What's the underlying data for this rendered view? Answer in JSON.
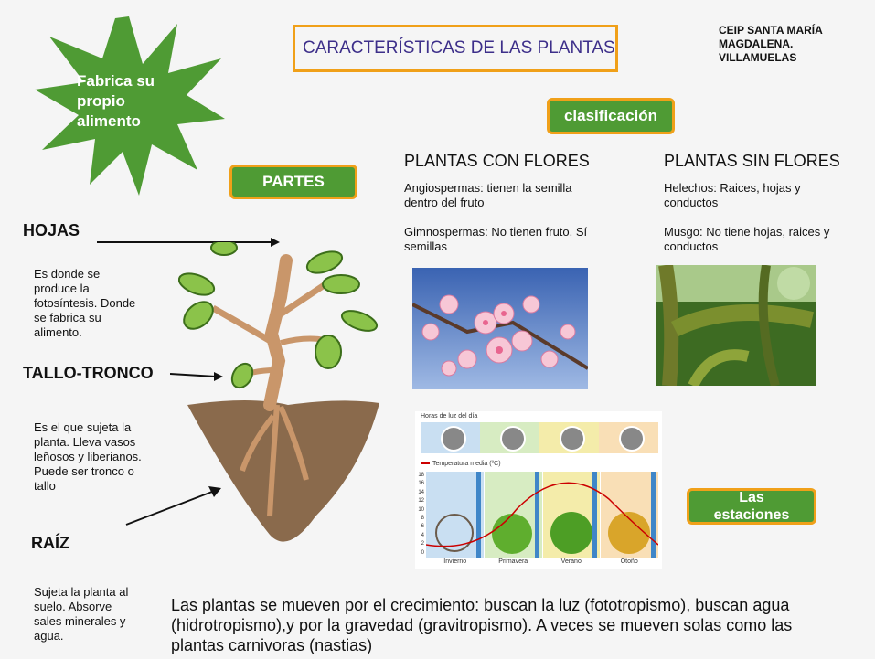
{
  "title": "CARACTERÍSTICAS DE LAS PLANTAS",
  "school": "CEIP SANTA MARÍA\nMAGDALENA.\nVILLAMUELAS",
  "star_text": "Fabrica su propio alimento",
  "buttons": {
    "partes": "PARTES",
    "clasificacion": "clasificación",
    "estaciones": "Las estaciones"
  },
  "parts": {
    "hojas_title": "HOJAS",
    "hojas_desc": "Es donde se produce la fotosíntesis. Donde se fabrica su alimento.",
    "tallo_title": "TALLO-TRONCO",
    "tallo_desc": "Es el que sujeta la planta. Lleva vasos leñosos y liberianos. Puede ser tronco o tallo",
    "raiz_title": "RAÍZ",
    "raiz_desc": "Sujeta la planta al suelo. Absorve sales minerales y agua."
  },
  "con_flores": {
    "title": "PLANTAS CON FLORES",
    "angio": "Angiospermas: tienen la semilla dentro del fruto",
    "gimno": "Gimnospermas: No tienen fruto. Sí semillas"
  },
  "sin_flores": {
    "title": "PLANTAS SIN FLORES",
    "helechos": "Helechos: Raices, hojas y conductos",
    "musgo": "Musgo: No tiene hojas, raices y conductos"
  },
  "seasons_chart": {
    "top_label": "Horas de luz del día",
    "legend": "Temperatura media (ºC)",
    "y_ticks": [
      "18",
      "16",
      "14",
      "12",
      "10",
      "8",
      "6",
      "4",
      "2",
      "0"
    ],
    "seasons": [
      "Invierno",
      "Primavera",
      "Verano",
      "Otoño"
    ],
    "colors": {
      "invierno": "#c9dff2",
      "primavera": "#d7ecc2",
      "verano": "#f4ecaa",
      "otono": "#f9dfb6"
    }
  },
  "bottom_text": "Las plantas se mueven por el crecimiento: buscan la luz (fototropismo), buscan agua (hidrotropismo),y por la gravedad (gravitropismo). A veces se mueven solas como las plantas carnivoras (nastias)"
}
